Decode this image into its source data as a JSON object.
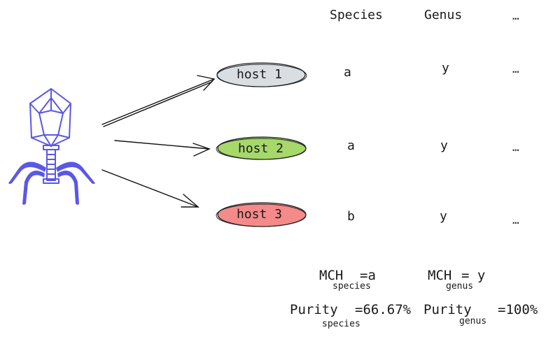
{
  "table": {
    "headers": {
      "species": "Species",
      "genus": "Genus",
      "more": "…"
    },
    "rows": [
      {
        "species": "a",
        "genus": "y",
        "more": "…"
      },
      {
        "species": "a",
        "genus": "y",
        "more": "…"
      },
      {
        "species": "b",
        "genus": "y",
        "more": "…"
      }
    ]
  },
  "hosts": [
    {
      "label": "host 1",
      "color": "#d9dee3"
    },
    {
      "label": "host 2",
      "color": "#a6d86a"
    },
    {
      "label": "host 3",
      "color": "#f58a8a"
    }
  ],
  "phage": {
    "icon": "bacteriophage-icon",
    "color": "#5b57e6"
  },
  "metrics": {
    "mch_species": {
      "label": "MCH",
      "subscript": "species",
      "value": "=a"
    },
    "mch_genus": {
      "label": "MCH",
      "subscript": "genus",
      "value": "= y"
    },
    "purity_species": {
      "label": "Purity",
      "subscript": "species",
      "value": "=66.67%"
    },
    "purity_genus": {
      "label": "Purity",
      "subscript": "genus",
      "value": "=100%"
    }
  }
}
